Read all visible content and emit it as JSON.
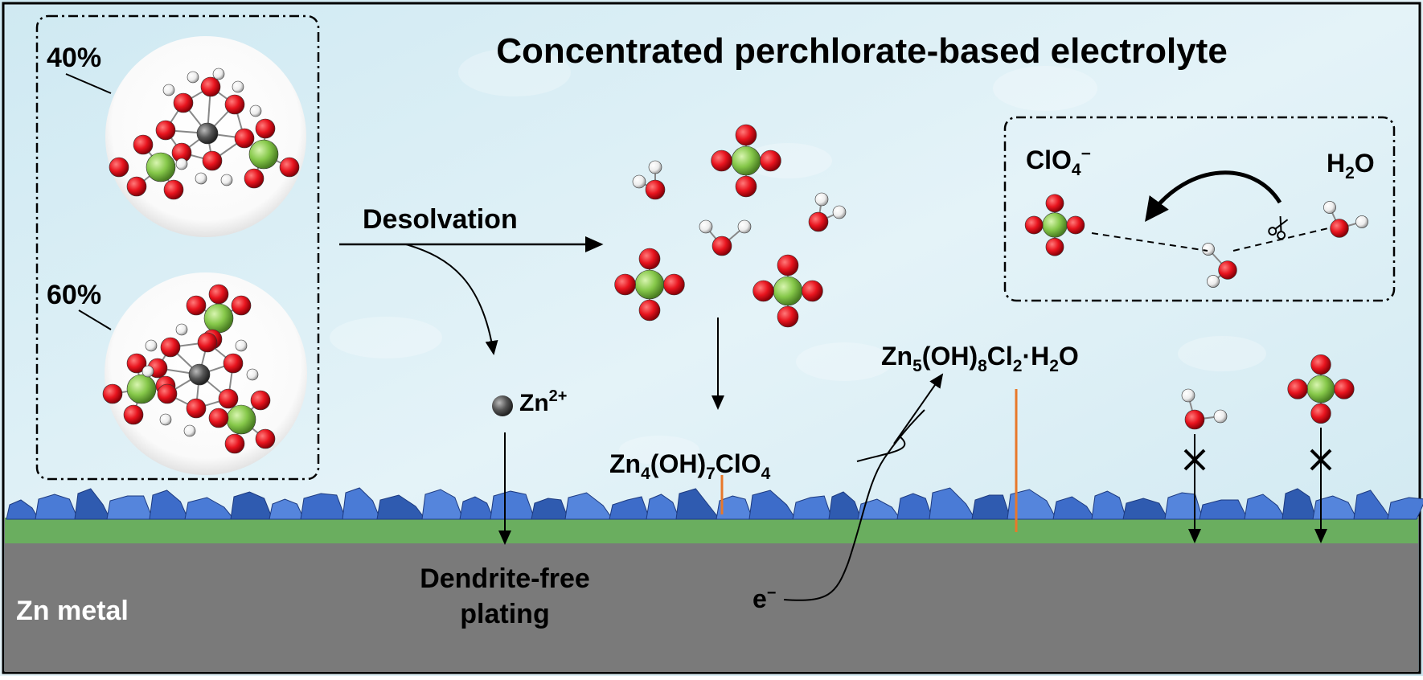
{
  "title": "Concentrated perchlorate-based electrolyte",
  "labels": {
    "pct40": "40%",
    "pct60": "60%",
    "desolvation": "Desolvation",
    "zn_ion_base": "Zn",
    "zn_ion_sup": "2+",
    "zn4_prefix": "Zn",
    "zn4_sub1": "4",
    "zn4_mid": "(OH)",
    "zn4_sub2": "7",
    "zn4_suffix": "ClO",
    "zn4_sub3": "4",
    "zn5_prefix": "Zn",
    "zn5_sub1": "5",
    "zn5_mid": "(OH)",
    "zn5_sub2": "8",
    "zn5_mid2": "Cl",
    "zn5_sub3": "2",
    "zn5_suffix": "·H",
    "zn5_sub4": "2",
    "zn5_end": "O",
    "clo4_base": "ClO",
    "clo4_sub": "4",
    "clo4_sup": "−",
    "h2o_base": "H",
    "h2o_sub": "2",
    "h2o_end": "O",
    "dendrite_line1": "Dendrite-free",
    "dendrite_line2": "plating",
    "zn_metal": "Zn metal",
    "electron_base": "e",
    "electron_sup": "−"
  },
  "colors": {
    "background": "#d6eef5",
    "oxygen": "#e8141e",
    "chlorine": "#86c84a",
    "hydrogen": "#f2f2f2",
    "zinc_atom": "#555555",
    "sei_crystal": "#3d6cc9",
    "interphase_layer": "#6aae5f",
    "zn_metal": "#7a7a7a",
    "orange_line": "#e8782a"
  }
}
